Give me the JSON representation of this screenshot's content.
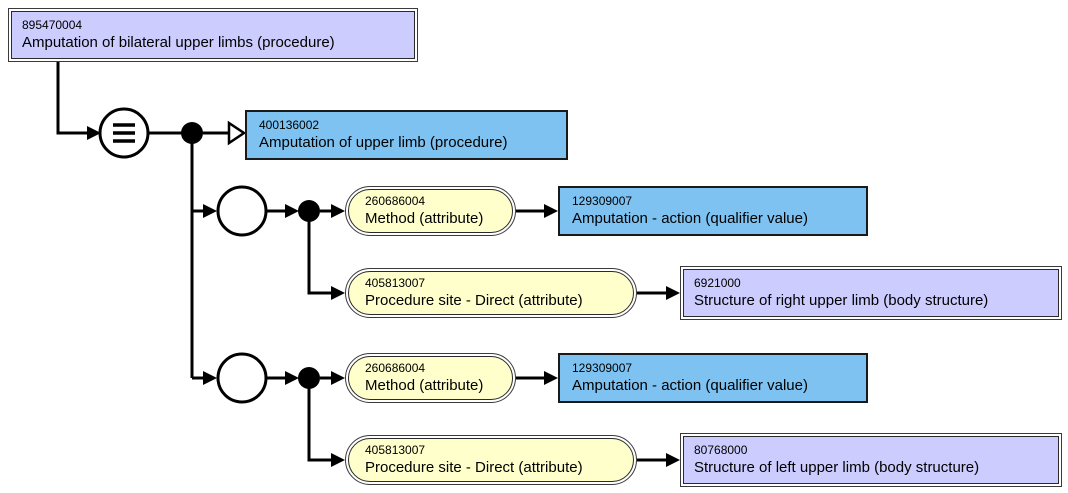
{
  "diagram_type": "snomed-concept-definition",
  "focus": {
    "id": "895470004",
    "term": "Amputation of bilateral upper limbs (procedure)",
    "definition_status": "fully-defined"
  },
  "isa": {
    "id": "400136002",
    "term": "Amputation of upper limb (procedure)"
  },
  "groups": [
    {
      "rows": [
        {
          "attr_id": "260686004",
          "attr_term": "Method (attribute)",
          "val_id": "129309007",
          "val_term": "Amputation - action (qualifier value)"
        },
        {
          "attr_id": "405813007",
          "attr_term": "Procedure site - Direct (attribute)",
          "val_id": "6921000",
          "val_term": "Structure of right upper limb (body structure)"
        }
      ]
    },
    {
      "rows": [
        {
          "attr_id": "260686004",
          "attr_term": "Method (attribute)",
          "val_id": "129309007",
          "val_term": "Amputation - action (qualifier value)"
        },
        {
          "attr_id": "405813007",
          "attr_term": "Procedure site - Direct (attribute)",
          "val_id": "80768000",
          "val_term": "Structure of left upper limb (body structure)"
        }
      ]
    }
  ],
  "colors": {
    "defined_concept_fill": "#ccccff",
    "primitive_concept_fill": "#7ec2f2",
    "attribute_fill": "#ffffcc",
    "line": "#000000",
    "border": "#2a2a2a"
  }
}
